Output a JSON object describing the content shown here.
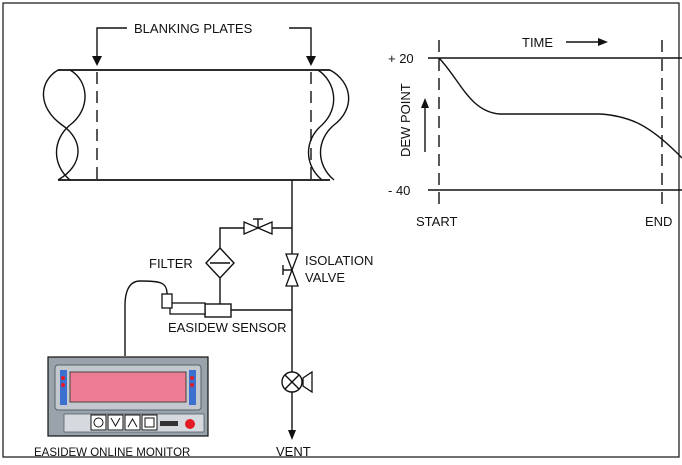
{
  "labels": {
    "blanking_plates": "BLANKING PLATES",
    "time": "TIME",
    "dew_point": "DEW POINT",
    "filter": "FILTER",
    "isolation_valve_line1": "ISOLATION",
    "isolation_valve_line2": "VALVE",
    "easidew_sensor": "EASIDEW SENSOR",
    "easidew_online_monitor": "EASIDEW ONLINE MONITOR",
    "vent": "VENT"
  },
  "chart_data": {
    "type": "line",
    "title": "",
    "xlabel": "TIME",
    "ylabel": "DEW POINT",
    "x_ticks": [
      "START",
      "END"
    ],
    "y_ticks": [
      "+ 20",
      "- 40"
    ],
    "ylim": [
      -40,
      20
    ],
    "grid": false,
    "legend": "none"
  },
  "colors": {
    "line": "#111111",
    "monitor_frame": "#9aa3ab",
    "monitor_panel": "#c2c8ce",
    "monitor_display": "#ee7d93",
    "monitor_led": "#e31b23",
    "monitor_side_blue": "#3b6fd0"
  },
  "icons": {
    "arrow_down": "arrow-down-icon",
    "arrow_right": "arrow-right-icon",
    "arrow_up": "arrow-up-icon",
    "valve": "gate-valve-icon",
    "filter": "diamond-filter-icon",
    "vent_valve": "ball-valve-icon",
    "monitor": "monitor-unit-icon"
  }
}
